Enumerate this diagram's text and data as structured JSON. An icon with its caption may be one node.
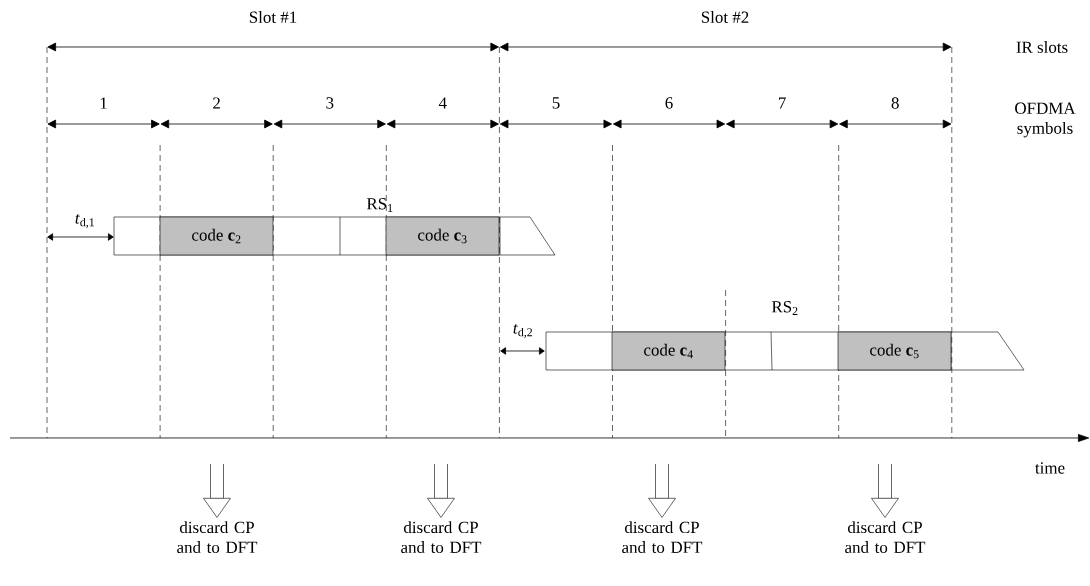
{
  "diagram": {
    "nodes": [
      {
        "text": [
          "RS$_{1}$"
        ]
      },
      {
        "text": [
          "code **c**$_{2}$"
        ],
        "in": 0
      },
      {
        "text": [
          "code **c**$_{3}$"
        ],
        "in": 0
      },
      {
        "text": [
          "RS$_{2}$"
        ]
      },
      {
        "text": [
          "code **c**$_{4}$"
        ],
        "in": 3
      },
      {
        "text": [
          "code **c**$_{5}$"
        ],
        "in": 3
      },
      {
        "text": [
          "discard CP and to DFT"
        ]
      },
      {
        "text": [
          "discard CP and to DFT"
        ]
      },
      {
        "text": [
          "discard CP and to DFT"
        ]
      },
      {
        "text": [
          "discard CP and to DFT"
        ]
      }
    ],
    "edges": [
      {
        "from": null,
        "to": 6,
        "arrow": "to"
      },
      {
        "from": null,
        "to": 7,
        "arrow": "to"
      },
      {
        "from": null,
        "to": 8,
        "arrow": "to"
      },
      {
        "from": null,
        "to": 9,
        "arrow": "to"
      }
    ],
    "labels": [
      "Slot #1",
      "Slot #2",
      "IR slots",
      "1",
      "2",
      "3",
      "4",
      "5",
      "6",
      "7",
      "8",
      "OFDMA symbols",
      "*t*$_{d,1}$",
      "*t*$_{d,2}$",
      "time"
    ]
  }
}
